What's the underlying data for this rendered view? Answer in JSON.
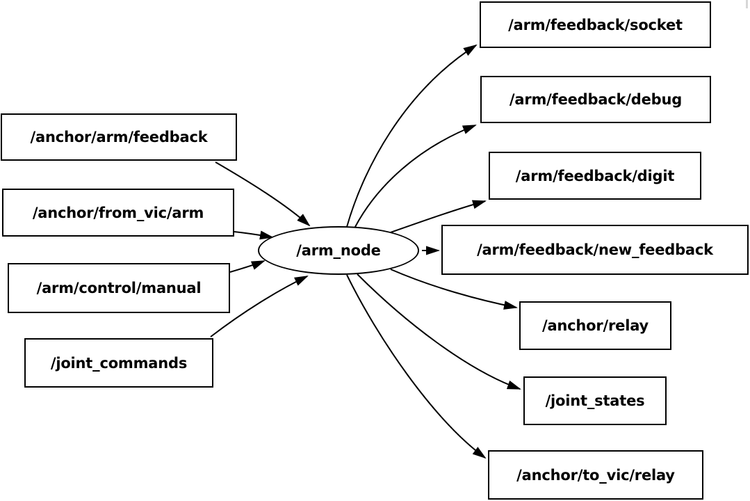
{
  "canvas": {
    "background_color": "#ffffff",
    "node_fill_color": "#ffffff",
    "stroke_color": "#000000",
    "text_color": "#000000"
  },
  "graph": {
    "center_node": {
      "label": "/arm_node",
      "shape": "ellipse"
    },
    "publisher_topics": [
      {
        "label": "/anchor/arm/feedback"
      },
      {
        "label": "/anchor/from_vic/arm"
      },
      {
        "label": "/arm/control/manual"
      },
      {
        "label": "/joint_commands"
      }
    ],
    "subscriber_topics": [
      {
        "label": "/arm/feedback/socket"
      },
      {
        "label": "/arm/feedback/debug"
      },
      {
        "label": "/arm/feedback/digit"
      },
      {
        "label": "/arm/feedback/new_feedback"
      },
      {
        "label": "/anchor/relay"
      },
      {
        "label": "/joint_states"
      },
      {
        "label": "/anchor/to_vic/relay"
      }
    ],
    "edges": [
      {
        "from": "/anchor/arm/feedback",
        "to": "/arm_node"
      },
      {
        "from": "/anchor/from_vic/arm",
        "to": "/arm_node"
      },
      {
        "from": "/arm/control/manual",
        "to": "/arm_node"
      },
      {
        "from": "/joint_commands",
        "to": "/arm_node"
      },
      {
        "from": "/arm_node",
        "to": "/arm/feedback/socket"
      },
      {
        "from": "/arm_node",
        "to": "/arm/feedback/debug"
      },
      {
        "from": "/arm_node",
        "to": "/arm/feedback/digit"
      },
      {
        "from": "/arm_node",
        "to": "/arm/feedback/new_feedback"
      },
      {
        "from": "/arm_node",
        "to": "/anchor/relay"
      },
      {
        "from": "/arm_node",
        "to": "/joint_states"
      },
      {
        "from": "/arm_node",
        "to": "/anchor/to_vic/relay"
      }
    ]
  }
}
